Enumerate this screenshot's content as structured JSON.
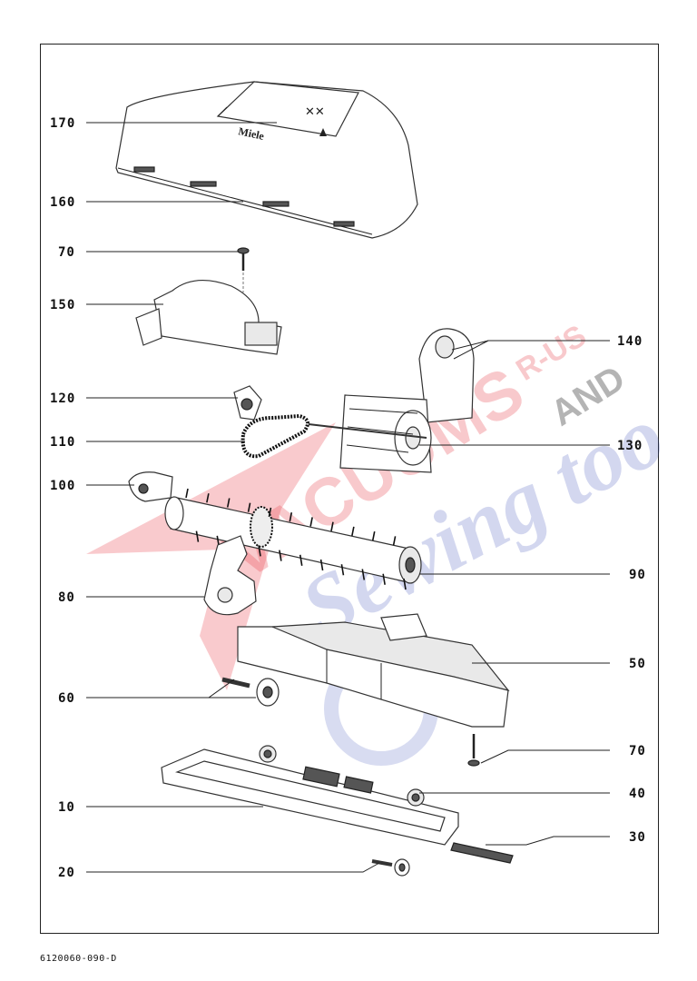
{
  "diagram": {
    "callouts": [
      {
        "id": "170",
        "label": "170",
        "side": "left"
      },
      {
        "id": "160",
        "label": "160",
        "side": "left"
      },
      {
        "id": "70a",
        "label": "70",
        "side": "left"
      },
      {
        "id": "150",
        "label": "150",
        "side": "left"
      },
      {
        "id": "120",
        "label": "120",
        "side": "left"
      },
      {
        "id": "110",
        "label": "110",
        "side": "left"
      },
      {
        "id": "100",
        "label": "100",
        "side": "left"
      },
      {
        "id": "80",
        "label": "80",
        "side": "left"
      },
      {
        "id": "60",
        "label": "60",
        "side": "left"
      },
      {
        "id": "10",
        "label": "10",
        "side": "left"
      },
      {
        "id": "20",
        "label": "20",
        "side": "left"
      },
      {
        "id": "140",
        "label": "140",
        "side": "right"
      },
      {
        "id": "130",
        "label": "130",
        "side": "right"
      },
      {
        "id": "90",
        "label": "90",
        "side": "right"
      },
      {
        "id": "50",
        "label": "50",
        "side": "right"
      },
      {
        "id": "70b",
        "label": "70",
        "side": "right"
      },
      {
        "id": "40",
        "label": "40",
        "side": "right"
      },
      {
        "id": "30",
        "label": "30",
        "side": "right"
      }
    ],
    "cover_brand": "Miele",
    "cover_symbols": "✕✕",
    "document_id": "6120060-090-D"
  },
  "watermark": {
    "word1": "VACUUMS",
    "word2": "R-US",
    "word3": "AND",
    "word4": "Sewing too",
    "colors": {
      "red": "#e8424a",
      "blue": "#3b4fb8",
      "gray": "#777777"
    }
  }
}
